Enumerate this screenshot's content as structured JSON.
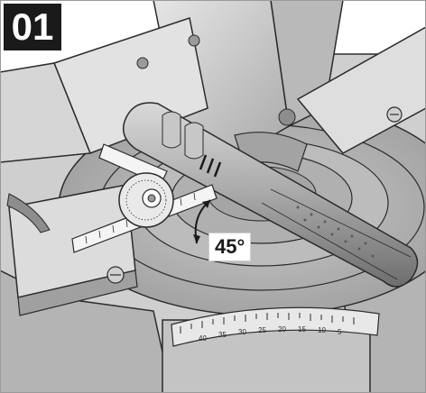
{
  "step": {
    "number": "01"
  },
  "annotation": {
    "angle_label": "45°"
  },
  "miter_scale": {
    "numbers": [
      "40",
      "35",
      "30",
      "25",
      "20",
      "15",
      "10",
      "5"
    ]
  },
  "colors": {
    "badge_background": "#1a1a1a",
    "badge_text": "#ffffff",
    "line_art": "#2b2b2b",
    "shading": "#bdbdbd"
  },
  "icons": [
    "double-arrow-icon",
    "bosch-logo-icon"
  ]
}
